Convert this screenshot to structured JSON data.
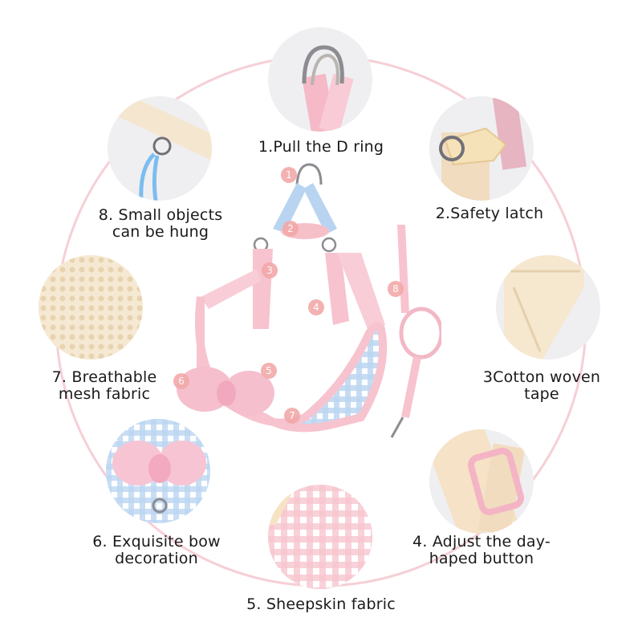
{
  "features": [
    {
      "id": 1,
      "label_line1": "1.Pull the D ring",
      "label_line2": ""
    },
    {
      "id": 2,
      "label_line1": "2.Safety latch",
      "label_line2": ""
    },
    {
      "id": 3,
      "label_line1": "3Cotton woven",
      "label_line2": "tape"
    },
    {
      "id": 4,
      "label_line1": "4. Adjust the day-",
      "label_line2": "haped button"
    },
    {
      "id": 5,
      "label_line1": "5. Sheepskin fabric",
      "label_line2": ""
    },
    {
      "id": 6,
      "label_line1": "6. Exquisite bow",
      "label_line2": "decoration"
    },
    {
      "id": 7,
      "label_line1": "7. Breathable",
      "label_line2": "mesh fabric"
    },
    {
      "id": 8,
      "label_line1": "8. Small objects",
      "label_line2": "can be hung"
    }
  ],
  "badges": [
    "1",
    "2",
    "3",
    "4",
    "5",
    "6",
    "7",
    "8"
  ],
  "colors": {
    "ring_line": "#f6cfd6",
    "harness_pink": "#f7c3cf",
    "harness_blue": "#b9d4f0",
    "badge": "#f2a9a9",
    "circle_bg": "#efeff1",
    "webbing_cream": "#f3e3c8"
  }
}
